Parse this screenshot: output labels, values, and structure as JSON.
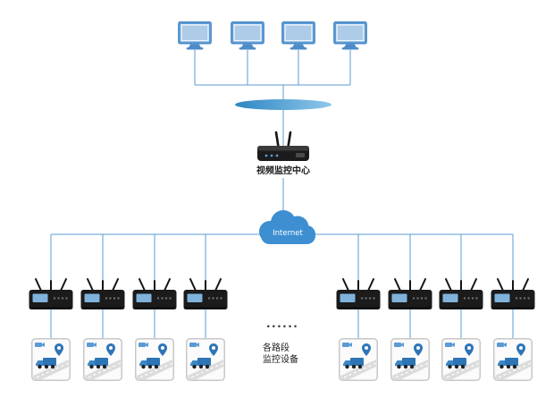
{
  "labels": {
    "center": "视频监控中心",
    "cloud": "Internet",
    "dots": "......",
    "devices_line1": "各路段",
    "devices_line2": "监控设备"
  },
  "colors": {
    "connector": "#5B9BD5",
    "cloud": "#3D8FD1",
    "bus_left": "#2E86C1",
    "bus_right": "#8FC7EC",
    "router_body": "#1B1B1B",
    "monitor_frame": "#5B9BD5",
    "monitor_screen": "#AECBE8",
    "accent_blue": "#2E75B6"
  },
  "counts": {
    "monitors": 4,
    "site_routers": 8,
    "site_scenes": 8
  }
}
